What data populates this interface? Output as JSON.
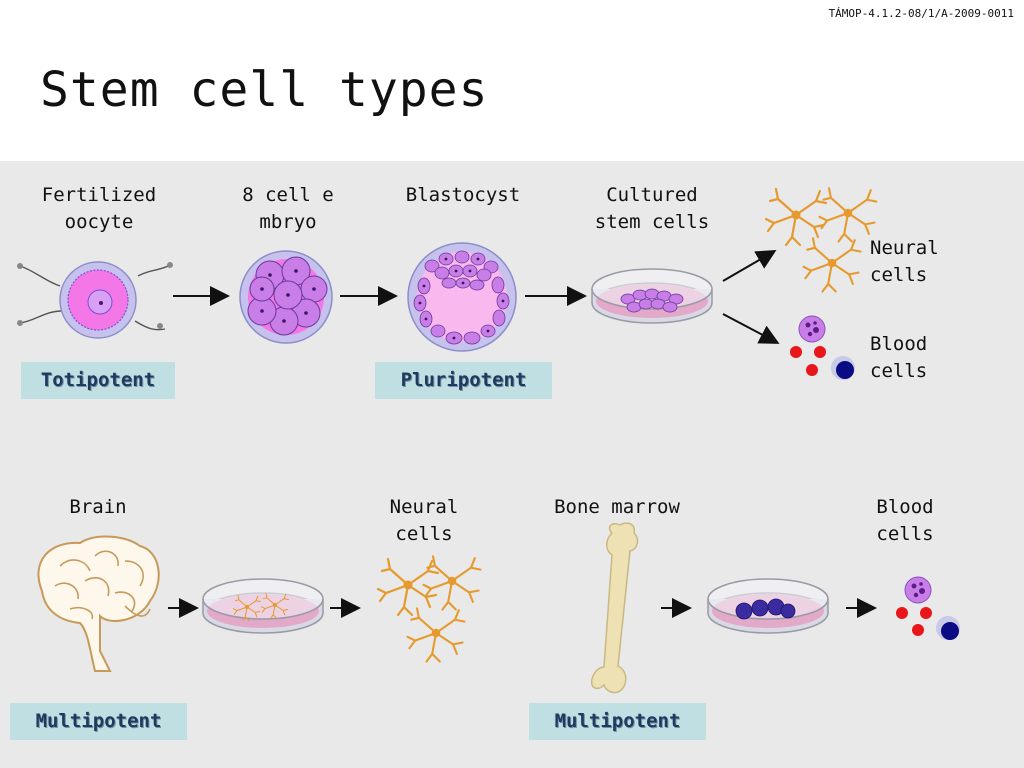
{
  "header": {
    "code": "TÁMOP-4.1.2-08/1/A-2009-0011"
  },
  "slide": {
    "title": "Stem cell types"
  },
  "top_row": {
    "fertilized_oocyte": "Fertilized oocyte",
    "eight_cell_embryo": "8 cell embryo",
    "blastocyst": "Blastocyst",
    "cultured_stem_cells": "Cultured stem cells",
    "neural_cells": "Neural cells",
    "blood_cells": "Blood cells",
    "totipotent": "Totipotent",
    "pluripotent": "Pluripotent"
  },
  "bottom_row": {
    "brain": "Brain",
    "neural_cells": "Neural cells",
    "bone_marrow": "Bone marrow",
    "blood_cells": "Blood cells",
    "multipotent_left": "Multipotent",
    "multipotent_right": "Multipotent"
  },
  "colors": {
    "badge_bg": "#bfdfe2",
    "badge_text": "#1f3a5f",
    "panel_bg": "#e8e9e8",
    "neuron": "#e69a2e",
    "cell_purple": "#c87ee6",
    "dish_fill": "#e2a9c9"
  }
}
